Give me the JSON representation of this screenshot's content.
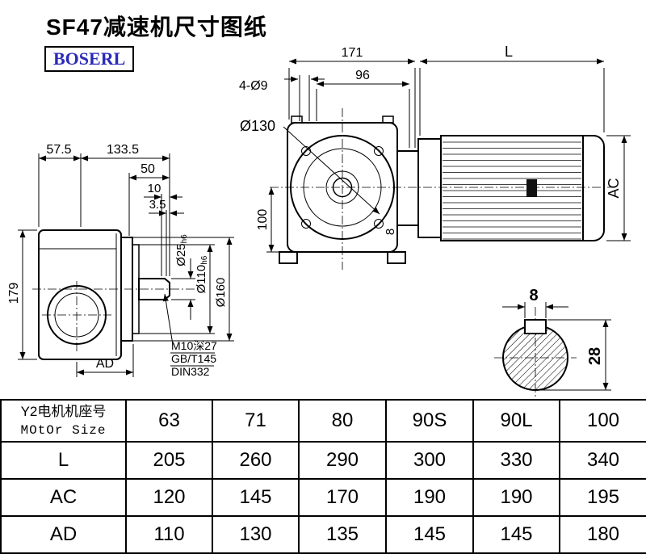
{
  "title": "SF47减速机尺寸图纸",
  "logo": "BOSERL",
  "drawing": {
    "front": {
      "width_171": "171",
      "bolt_note": "4-Ø9",
      "pitch_96": "96",
      "flange_dia": "Ø130",
      "center_height_100": "100",
      "gap_8": "8"
    },
    "motor": {
      "length_L": "L",
      "height_AC": "AC"
    },
    "side": {
      "dim_57_5": "57.5",
      "dim_133_5": "133.5",
      "dim_50": "50",
      "dim_10": "10",
      "dim_3_5": "3.5",
      "height_179": "179",
      "dim_AD": "AD",
      "shaft_dia": {
        "main": "Ø25",
        "tol": "h6"
      },
      "spigot_dia": {
        "main": "Ø110",
        "tol": "h6"
      },
      "flange_od": "Ø160",
      "tap_note": "M10深27",
      "std_note_1": "GB/T145",
      "std_note_2": "DIN332"
    },
    "section": {
      "key_width_8": "8",
      "key_height_28": "28"
    }
  },
  "table": {
    "header": {
      "row_label_line1": "Y2电机机座号",
      "row_label_line2": "MOtOr Size",
      "columns": [
        "63",
        "71",
        "80",
        "90S",
        "90L",
        "100"
      ]
    },
    "rows": [
      {
        "label": "L",
        "values": [
          "205",
          "260",
          "290",
          "300",
          "330",
          "340"
        ]
      },
      {
        "label": "AC",
        "values": [
          "120",
          "145",
          "170",
          "190",
          "190",
          "195"
        ]
      },
      {
        "label": "AD",
        "values": [
          "110",
          "130",
          "135",
          "145",
          "145",
          "180"
        ]
      }
    ]
  }
}
